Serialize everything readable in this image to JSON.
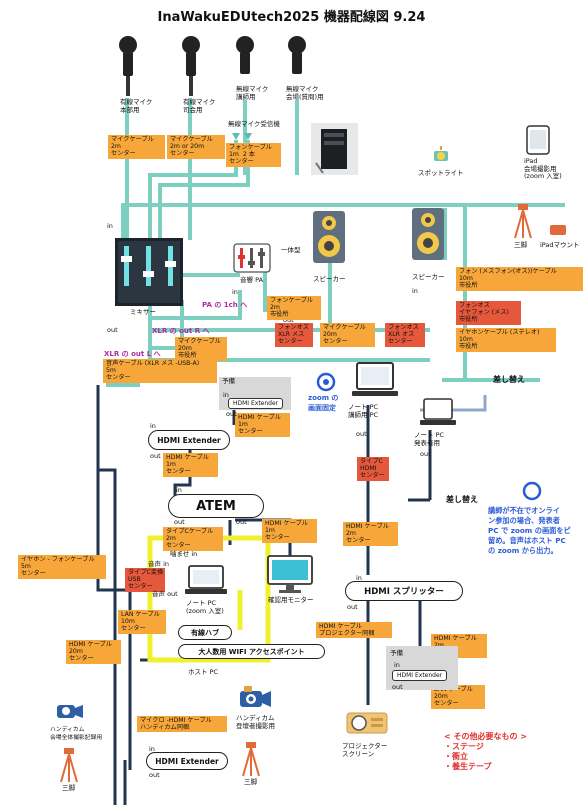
{
  "title": "InaWakuEDUtech2025 機器配線図 9.24",
  "mics": [
    {
      "label": "有線マイク\n本部用"
    },
    {
      "label": "有線マイク\n司会用"
    },
    {
      "label": "無線マイク\n講師用"
    },
    {
      "label": "無線マイク\n会場(質問)用"
    }
  ],
  "wireless_receiver": "無線マイク受信機",
  "spotlight": "スポットライト",
  "ipad": "iPad\n会場撮影用\n(zoom 入室)",
  "tripod": "三脚",
  "ipad_mount": "iPadマウント",
  "mixer": "ミキサー",
  "audio_pa": "音響 PA",
  "unified": "一体型",
  "speaker": "スピーカー",
  "laptop_lecturer": "ノート PC\n講師用 PC",
  "laptop_presenter": "ノート PC\n発表者用",
  "laptop_zoom": "ノート PC\n(zoom 入室)",
  "monitor": "確認用モニター",
  "atem": "ATEM",
  "hdmi_extender": "HDMI Extender",
  "hdmi_splitter": "HDMI スプリッター",
  "projector": "プロジェクター\nスクリーン",
  "handycam_speaker": "ハンディカム\n登壇者撮影用",
  "handycam_venue": "ハンディカム\n会場全体撮影記録用",
  "wired_hub": "有線ハブ",
  "wifi_ap": "大人数用 WIFI アクセスポイント",
  "host_pc": "ホスト PC",
  "zoom_fixed": "zoom の\n画面固定",
  "switch": "差し替え",
  "pa_1ch": "PA の 1ch へ",
  "xlr_out_r": "XLR の out R へ",
  "xlr_out_l": "XLR の out L へ",
  "yotei": "予備",
  "cables": {
    "mic1": "マイクケーブル\n2m\nセンター",
    "mic2": "マイクケーブル\n2m or 20m\nセンター",
    "phone_recv": "フォンケーブル\n1m  2 本\nセンター",
    "phone_2m": "フォンケーブル\n2m\n市役所",
    "phonos_xlr1": "フォンオス\nXLR メス\nセンター",
    "mic_20m": "マイクケーブル\n20m\nセンター",
    "phonos_xlr2": "フォンオス\nXLR オス\nセンター",
    "phone_mesu": "フォン (メスフォン(オス))ケーブル\n10m\n市役所",
    "earphone": "フォンオス\nイヤフォン (メス)\n市役所",
    "stereo": "イヤホンケーブル (ステレオ)\n10m\n市役所",
    "mic_20m_city": "マイクケーブル\n20m\n市役所",
    "audio_usb": "音声ケーブル (XLR メス -USB-A)\n5m\nセンター",
    "hdmi_1m_a": "HDMI ケーブル\n1m\nセンター",
    "hdmi_1m_b": "HDMI ケーブル\n1m\nセンター",
    "typec_hdmi": "タイプC\nHDMI\nセンター",
    "typec_2m": "タイプCケーブル\n2m\nセンター",
    "hdmi_1m_mon": "HDMI ケーブル\n1m\nセンター",
    "hdmi_2m": "HDMI ケーブル\n2m\nセンター",
    "earphone_phone": "イヤホン - フォンケーブル\n5m\nセンター",
    "typec_usb": "タイプC変換\nUSB\nセンター",
    "lan_10m": "LAN ケーブル\n10m\nセンター",
    "hdmi_20m": "HDMI ケーブル\n20m\nセンター",
    "hdmi_proj": "HDMI ケーブル\nプロジェクター同梱",
    "hdmi_2m_r": "HDMI ケーブル\n2m\nセンター",
    "lan_20m": "LAN ケーブル\n20m\nセンター",
    "micro_hdmi": "マイクロ -HDMI ケーブル\nハンディカム同梱"
  },
  "note_teacher": "講師が不在でオンライ\nン参加の場合、発表者\nPC で zoom の画面をピ\n留め。音声はホスト PC\nの zoom から出力。",
  "others": "< その他必要なもの >\n・ステージ\n・衝立\n・養生テープ",
  "port_in": "in",
  "port_out": "out",
  "audio_in": "音声 in",
  "audio_out": "音声 out",
  "converter_tip": "噛ませ in"
}
